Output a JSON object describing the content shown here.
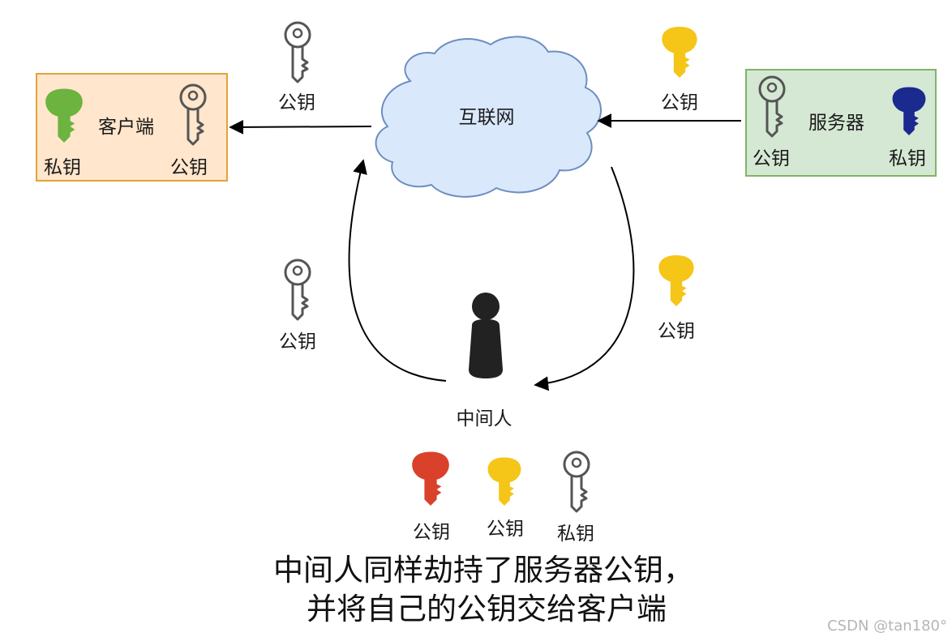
{
  "client": {
    "title": "客户端",
    "private_key_label": "私钥",
    "public_key_label": "公钥"
  },
  "server": {
    "title": "服务器",
    "public_key_label": "公钥",
    "private_key_label": "私钥"
  },
  "internet": {
    "label": "互联网"
  },
  "flows": {
    "internet_to_client_key_label": "公钥",
    "server_to_internet_key_label": "公钥",
    "attacker_to_internet_key_label": "公钥",
    "internet_to_attacker_key_label": "公钥"
  },
  "attacker": {
    "label": "中间人",
    "keys": [
      "公钥",
      "公钥",
      "私钥"
    ]
  },
  "caption": {
    "line1": "中间人同样劫持了服务器公钥，",
    "line2": "并将自己的公钥交给客户端"
  },
  "watermark": "CSDN @tan180°",
  "colors": {
    "client_fill": "#ffe6cc",
    "client_border": "#e3a338",
    "server_fill": "#d5e8d4",
    "server_border": "#82b366",
    "cloud_fill": "#dae8fc",
    "cloud_border": "#6c8ebf",
    "key_green": "#6db33f",
    "key_yellow": "#f5c518",
    "key_navy": "#1b2a8f",
    "key_red": "#d9412b",
    "key_outline": "#555555"
  }
}
